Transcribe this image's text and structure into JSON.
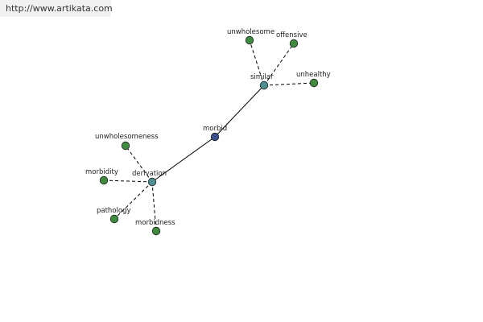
{
  "banner": {
    "url_text": "http://www.artikata.com",
    "background_color": "#f1f1f1"
  },
  "graph": {
    "colors": {
      "root": "#3d4f8c",
      "relation": "#4f8f94",
      "term": "#3f8a3f",
      "edge": "#000000"
    },
    "root": {
      "id": "morbid",
      "label": "morbid"
    },
    "relations": [
      {
        "id": "similar",
        "label": "similar",
        "terms": [
          {
            "id": "unwholesome",
            "label": "unwholesome"
          },
          {
            "id": "offensive",
            "label": "offensive"
          },
          {
            "id": "unhealthy",
            "label": "unhealthy"
          }
        ]
      },
      {
        "id": "derivation",
        "label": "derivation",
        "terms": [
          {
            "id": "unwholesomeness",
            "label": "unwholesomeness"
          },
          {
            "id": "morbidity",
            "label": "morbidity"
          },
          {
            "id": "pathology",
            "label": "pathology"
          },
          {
            "id": "morbidness",
            "label": "morbidness"
          }
        ]
      }
    ]
  }
}
